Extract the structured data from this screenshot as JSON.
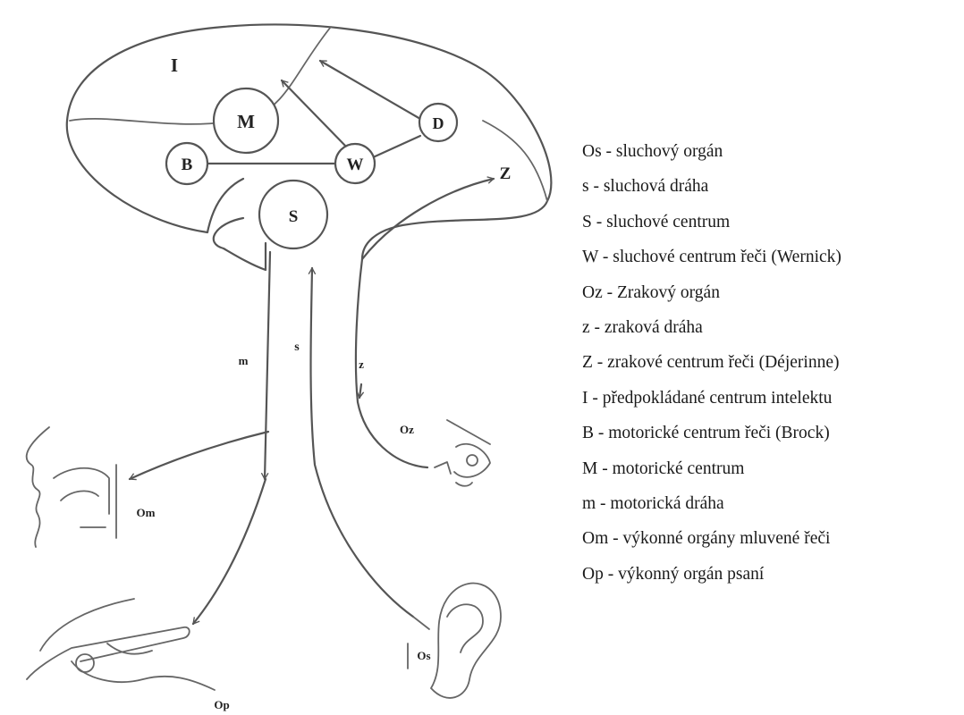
{
  "diagram": {
    "nodes": {
      "I": "I",
      "M": "M",
      "B": "B",
      "W": "W",
      "D": "D",
      "Z": "Z",
      "S": "S"
    },
    "pathways": {
      "m": "m",
      "s": "s",
      "z": "z"
    },
    "organs": {
      "Oz": "Oz",
      "Om": "Om",
      "Op": "Op",
      "Os": "Os"
    }
  },
  "legend": [
    "Os - sluchový orgán",
    "s - sluchová dráha",
    "S - sluchové centrum",
    "W - sluchové centrum řeči (Wernick)",
    "Oz - Zrakový orgán",
    "z - zraková dráha",
    "Z - zrakové centrum řeči (Déjerinne)",
    "I - předpokládané centrum intelektu",
    "B - motorické centrum řeči (Brock)",
    "M - motorické centrum",
    "m - motorická dráha",
    "Om - výkonné orgány mluvené řeči",
    "Op - výkonný orgán psaní"
  ]
}
